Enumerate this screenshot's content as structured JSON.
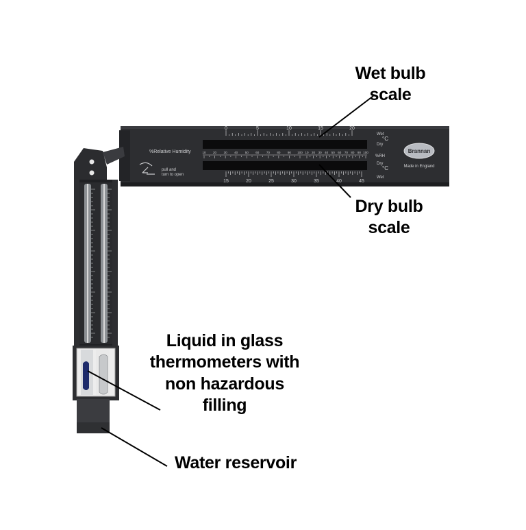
{
  "callouts": {
    "wet_bulb": [
      "Wet bulb",
      "scale"
    ],
    "dry_bulb": [
      "Dry bulb",
      "scale"
    ],
    "liquid": [
      "Liquid in glass",
      "thermometers with",
      "non hazardous",
      "filling"
    ],
    "water": [
      "Water reservoir"
    ]
  },
  "device": {
    "rh_label": "%Relative  Humidity",
    "pull_text": [
      "pull and",
      "turn to open"
    ],
    "brand": "Brannan",
    "made_in": "Made in England",
    "side_labels": [
      "Wet",
      "°C",
      "Dry",
      "%RH",
      "Dry",
      "°C",
      "Wet"
    ],
    "top_scale": [
      "0",
      "5",
      "10",
      "15",
      "20"
    ],
    "bottom_scale": [
      "15",
      "20",
      "25",
      "30",
      "35",
      "40",
      "45"
    ],
    "rh_scale_left": [
      "10",
      "20",
      "30",
      "40",
      "50",
      "60",
      "70",
      "80",
      "90",
      "100"
    ],
    "rh_scale_right": [
      "10",
      "20",
      "30",
      "40",
      "50",
      "60",
      "70",
      "80",
      "90",
      "100"
    ]
  },
  "colors": {
    "body": "#2d2e31",
    "body_dark": "#1d1e20",
    "window": "#0b0b0c",
    "print": "#cfd0d2",
    "brand_badge": "#b8bbc1"
  }
}
